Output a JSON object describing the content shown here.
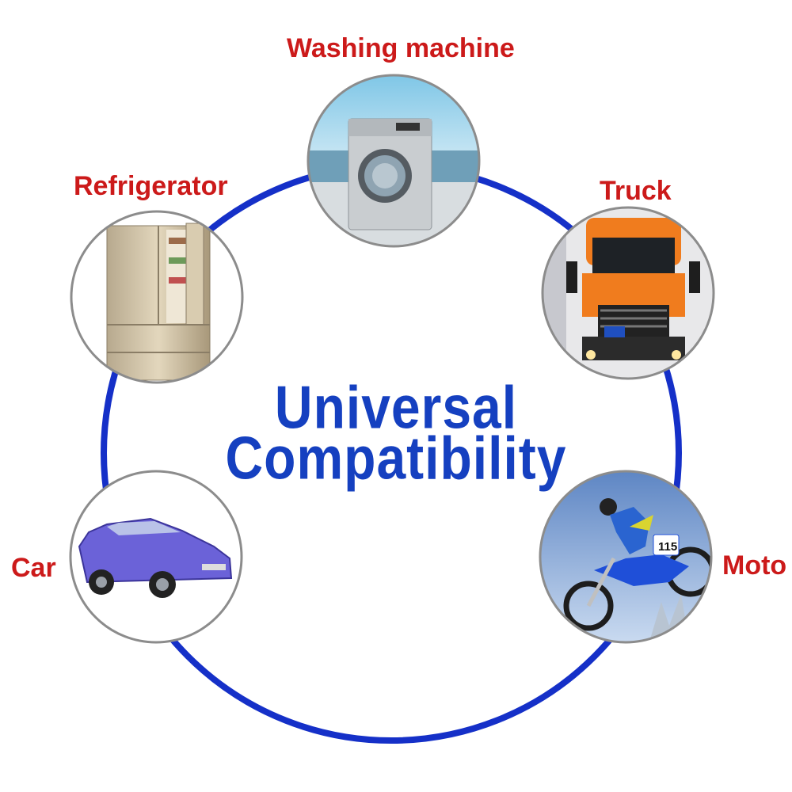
{
  "title": {
    "line1": "Universal",
    "line2": "Compatibility"
  },
  "nodes": [
    {
      "id": "washing-machine",
      "label": "Washing machine",
      "icon": "washing-machine-icon"
    },
    {
      "id": "refrigerator",
      "label": "Refrigerator",
      "icon": "refrigerator-icon"
    },
    {
      "id": "truck",
      "label": "Truck",
      "icon": "truck-icon"
    },
    {
      "id": "car",
      "label": "Car",
      "icon": "car-icon"
    },
    {
      "id": "moto",
      "label": "Moto",
      "icon": "motorcycle-icon"
    }
  ],
  "colors": {
    "ring": "#1530c8",
    "label": "#cc1a1a",
    "title": "#1540c0",
    "node_border": "#8c8c8c"
  }
}
